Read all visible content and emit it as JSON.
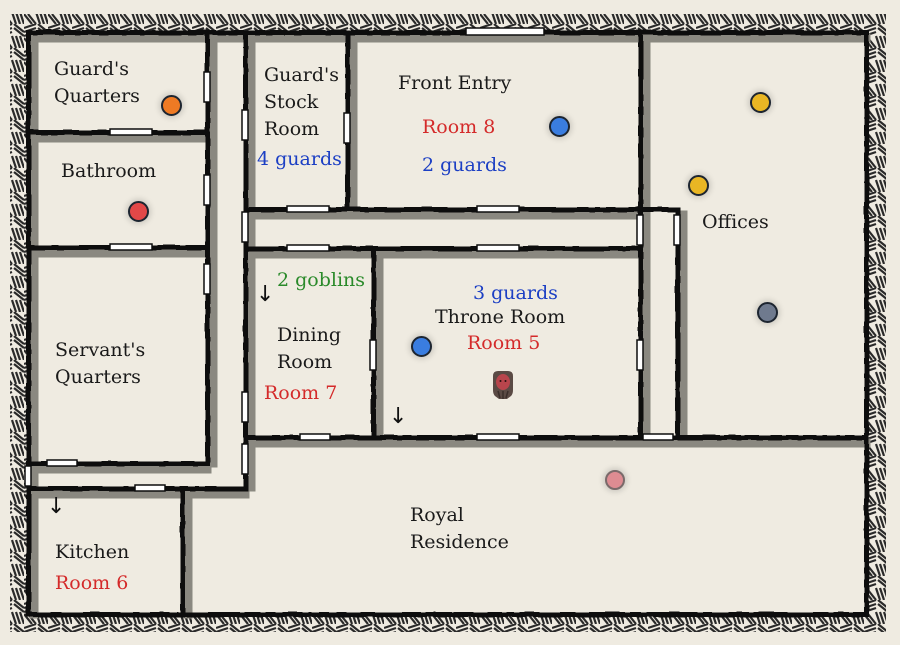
{
  "map": {
    "type": "dungeon-floor-plan",
    "colors": {
      "floor": "#efebe1",
      "wall": "#0d0d0d",
      "wall_shadow": "#8a8880",
      "outer_hatch": "#2a2a2a",
      "door": "#ffffff",
      "room_label": "#1a1a1a",
      "room_number": "#d42a2a",
      "guard_count": "#1c3fc4",
      "goblin_count": "#2a8a2a"
    },
    "rooms": [
      {
        "id": "guards-quarters",
        "name": "Guard's\nQuarters"
      },
      {
        "id": "bathroom",
        "name": "Bathroom"
      },
      {
        "id": "servants-quarters",
        "name": "Servant's\nQuarters"
      },
      {
        "id": "kitchen",
        "name": "Kitchen",
        "number": "Room 6"
      },
      {
        "id": "guards-stock-room",
        "name": "Guard's\nStock\nRoom",
        "occupants": "4 guards"
      },
      {
        "id": "front-entry",
        "name": "Front Entry",
        "number": "Room 8",
        "occupants": "2 guards"
      },
      {
        "id": "offices",
        "name": "Offices"
      },
      {
        "id": "dining-room",
        "name": "Dining\nRoom",
        "number": "Room 7",
        "occupants": "2 goblins"
      },
      {
        "id": "throne-room",
        "name": "Throne Room",
        "number": "Room 5",
        "occupants": "3 guards"
      },
      {
        "id": "royal-residence",
        "name": "Royal\nResidence"
      }
    ],
    "tokens": [
      {
        "id": "token-orange",
        "room": "guards-quarters",
        "color": "#ee7a24"
      },
      {
        "id": "token-red",
        "room": "bathroom",
        "color": "#e24848"
      },
      {
        "id": "token-blue-front",
        "room": "front-entry",
        "color": "#3a7de0"
      },
      {
        "id": "token-yellow-1",
        "room": "offices",
        "color": "#e9b624"
      },
      {
        "id": "token-yellow-2",
        "room": "offices",
        "color": "#e9b624"
      },
      {
        "id": "token-slate",
        "room": "offices",
        "color": "#6f7a8e"
      },
      {
        "id": "token-blue-throne",
        "room": "throne-room",
        "color": "#3a7de0"
      },
      {
        "id": "token-pink",
        "room": "royal-residence",
        "color": "#de8c92"
      }
    ],
    "monster": {
      "id": "throne-monster",
      "room": "throne-room",
      "face_color": "#b8454c",
      "hood_color": "#5a4a44"
    },
    "arrows": [
      {
        "id": "arrow-dining",
        "glyph": "↓"
      },
      {
        "id": "arrow-throne",
        "glyph": "↓"
      },
      {
        "id": "arrow-kitchen",
        "glyph": "↓"
      }
    ]
  }
}
